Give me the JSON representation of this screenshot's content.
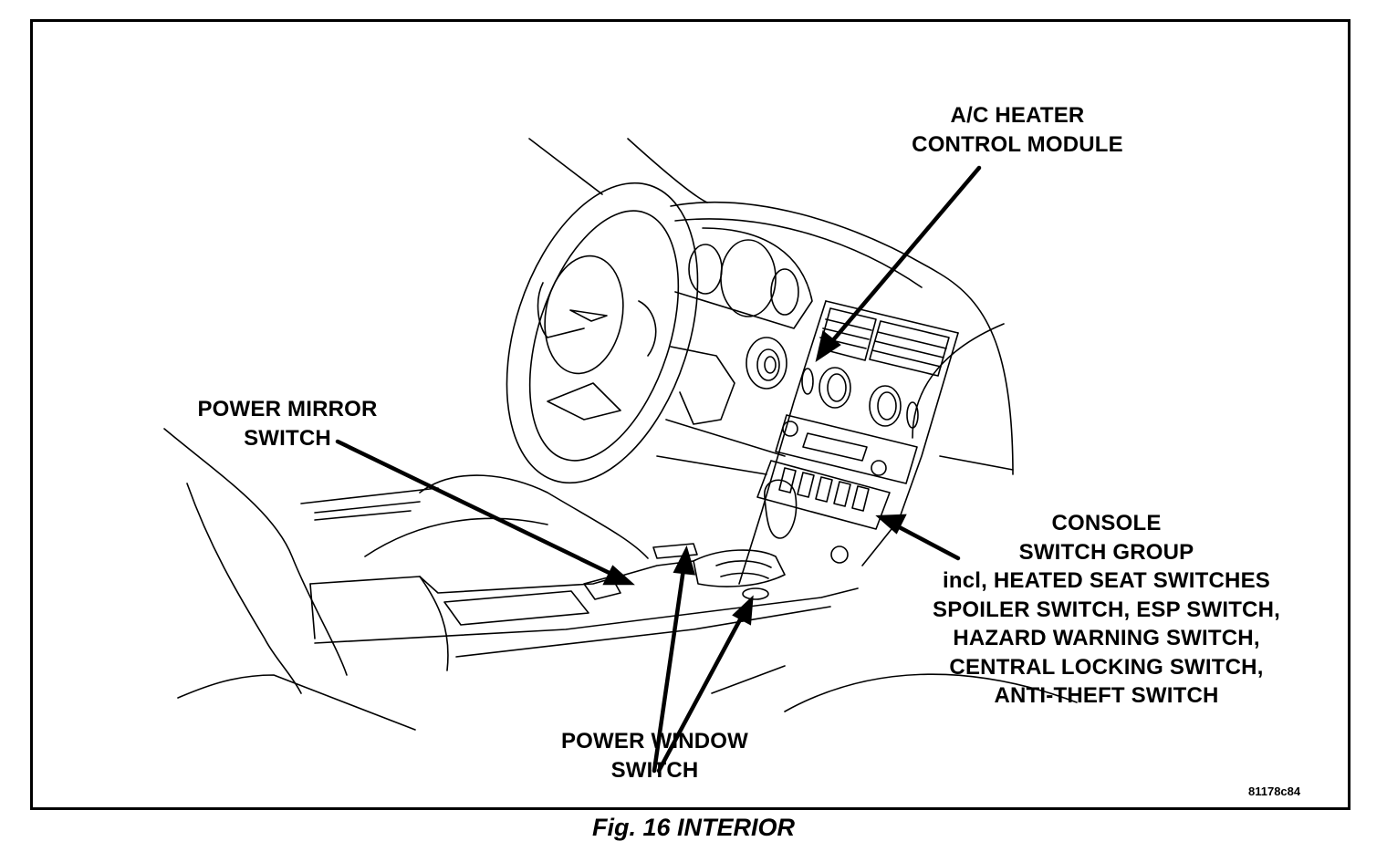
{
  "figure": {
    "caption": "Fig. 16 INTERIOR",
    "figure_id": "81178c84",
    "line_color": "#000000",
    "background": "#ffffff"
  },
  "callouts": {
    "ac_heater": {
      "lines": [
        "A/C HEATER",
        "CONTROL MODULE"
      ]
    },
    "power_mirror": {
      "lines": [
        "POWER MIRROR",
        "SWITCH"
      ]
    },
    "power_window": {
      "lines": [
        "POWER WINDOW",
        "SWITCH"
      ]
    },
    "console_switch_group": {
      "lines": [
        "CONSOLE",
        "SWITCH GROUP",
        "incl, HEATED SEAT SWITCHES",
        "SPOILER SWITCH, ESP SWITCH,",
        "HAZARD WARNING SWITCH,",
        "CENTRAL LOCKING SWITCH,",
        "ANTI-THEFT SWITCH"
      ]
    }
  }
}
